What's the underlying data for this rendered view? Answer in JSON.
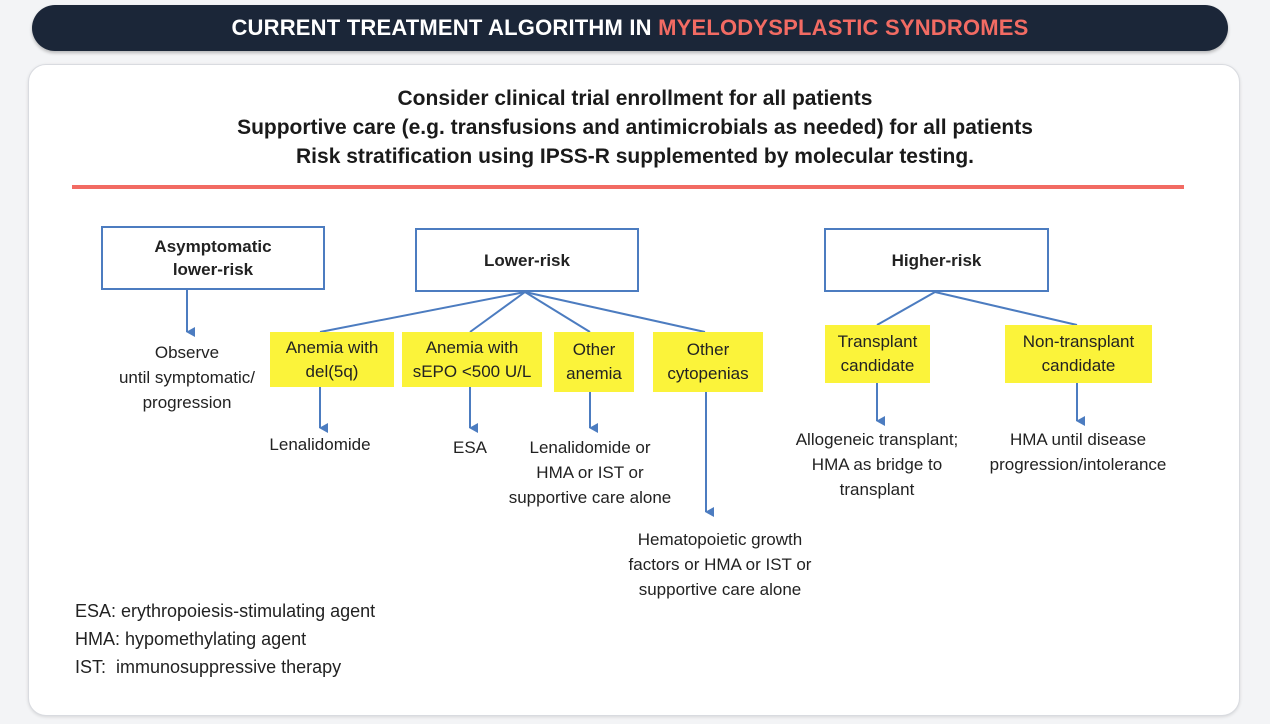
{
  "title": {
    "prefix": "CURRENT TREATMENT ALGORITHM IN ",
    "highlight": "MYELODYSPLASTIC SYNDROMES"
  },
  "intro": [
    "Consider clinical trial enrollment for all patients",
    "Supportive care (e.g. transfusions and antimicrobials as needed) for all patients",
    "Risk stratification using IPSS-R supplemented by molecular testing."
  ],
  "diagram": {
    "boxes": {
      "asymptomatic": "Asymptomatic\nlower-risk",
      "lower": "Lower-risk",
      "higher": "Higher-risk"
    },
    "categories": {
      "del5q": "Anemia with\ndel(5q)",
      "sepo": "Anemia with\nsEPO <500 U/L",
      "other_anemia": "Other\nanemia",
      "other_cyto": "Other\ncytopenias",
      "transplant": "Transplant\ncandidate",
      "non_transplant": "Non-transplant\ncandidate"
    },
    "outcomes": {
      "observe": "Observe\nuntil symptomatic/\nprogression",
      "lenalidomide": "Lenalidomide",
      "esa": "ESA",
      "other_anemia": "Lenalidomide or\nHMA or IST or\nsupportive care alone",
      "cytopenias": "Hematopoietic growth\nfactors or HMA or IST or\nsupportive care alone",
      "transplant": "Allogeneic transplant;\nHMA as bridge to\ntransplant",
      "non_transplant": "HMA until disease\nprogression/intolerance"
    }
  },
  "legend": [
    "ESA: erythropoiesis-stimulating agent",
    "HMA: hypomethylating agent",
    "IST:  immunosuppressive therapy"
  ],
  "colors": {
    "title_bar": "#1b2638",
    "accent": "#f26b63",
    "box_border": "#4c7cc0",
    "highlight": "#fbf33a"
  }
}
